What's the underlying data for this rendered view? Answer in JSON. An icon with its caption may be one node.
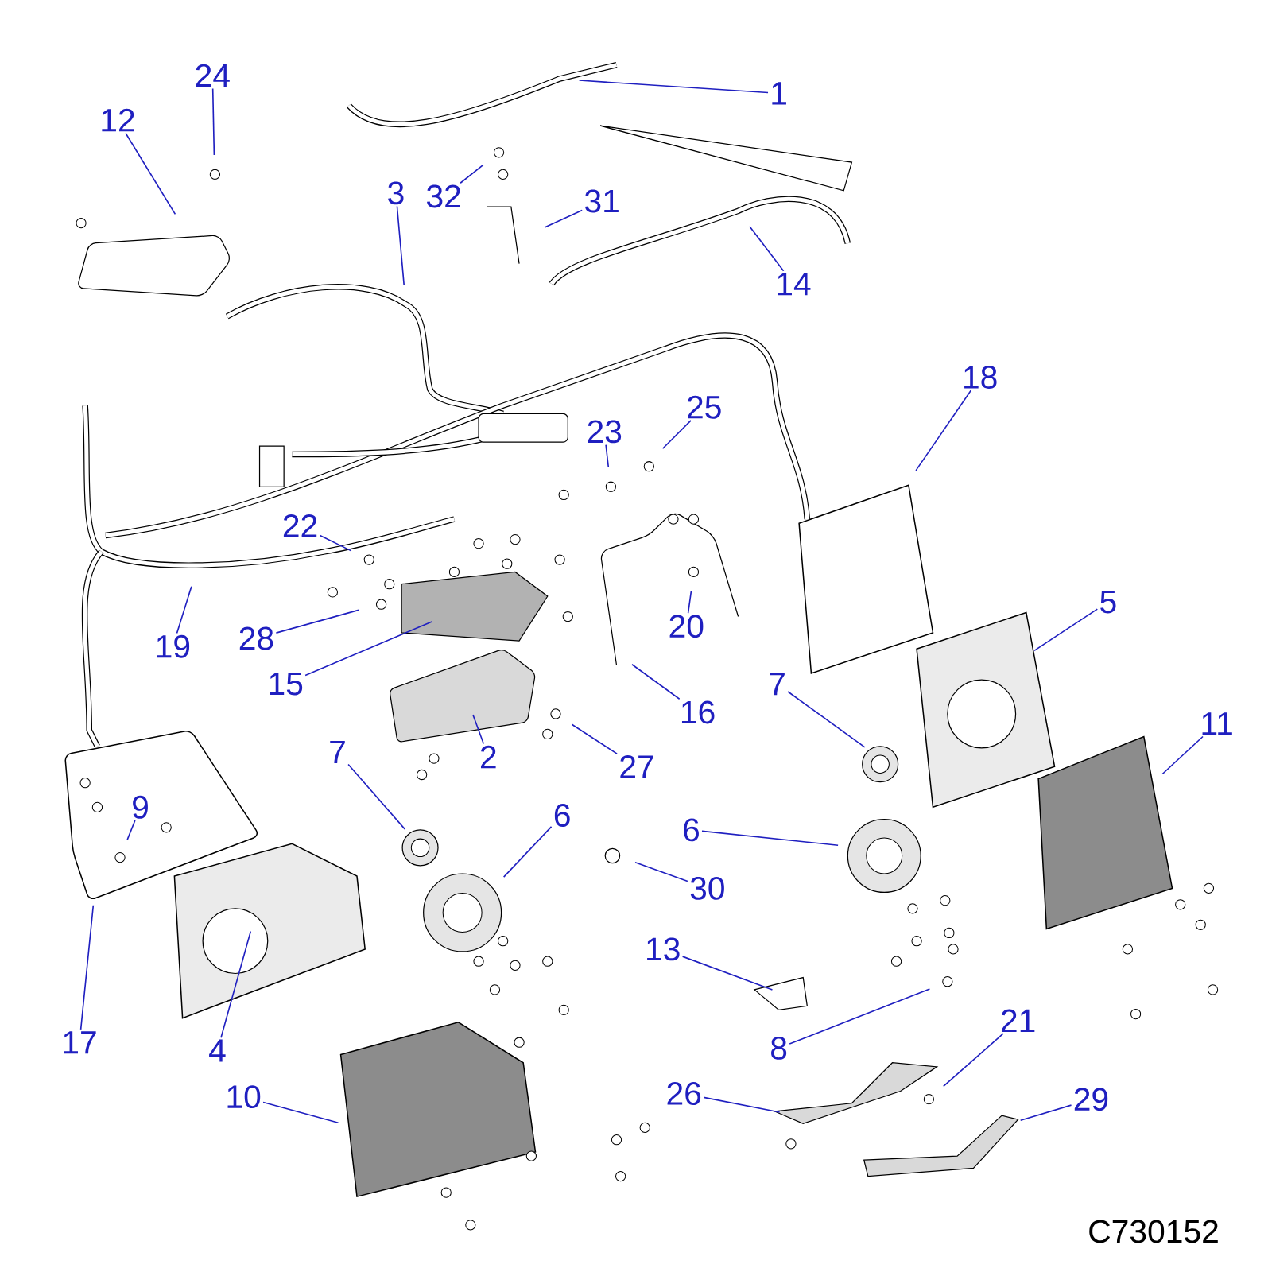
{
  "diagram": {
    "nodes": [
      {
        "text": [
          "1"
        ]
      },
      {
        "text": [
          "24"
        ]
      },
      {
        "text": [
          "12"
        ]
      },
      {
        "text": [
          "32"
        ]
      },
      {
        "text": [
          "3"
        ]
      },
      {
        "text": [
          "31"
        ]
      },
      {
        "text": [
          "14"
        ]
      },
      {
        "text": [
          "18"
        ]
      },
      {
        "text": [
          "25"
        ]
      },
      {
        "text": [
          "23"
        ]
      },
      {
        "text": [
          "22"
        ]
      },
      {
        "text": [
          "20"
        ]
      },
      {
        "text": [
          "19"
        ]
      },
      {
        "text": [
          "28"
        ]
      },
      {
        "text": [
          "15"
        ]
      },
      {
        "text": [
          "16"
        ]
      },
      {
        "text": [
          "5"
        ]
      },
      {
        "text": [
          "7"
        ]
      },
      {
        "text": [
          "11"
        ]
      },
      {
        "text": [
          "2"
        ]
      },
      {
        "text": [
          "27"
        ]
      },
      {
        "text": [
          "7"
        ]
      },
      {
        "text": [
          "6"
        ]
      },
      {
        "text": [
          "6"
        ]
      },
      {
        "text": [
          "9"
        ]
      },
      {
        "text": [
          "30"
        ]
      },
      {
        "text": [
          "13"
        ]
      },
      {
        "text": [
          "8"
        ]
      },
      {
        "text": [
          "17"
        ]
      },
      {
        "text": [
          "4"
        ]
      },
      {
        "text": [
          "21"
        ]
      },
      {
        "text": [
          "10"
        ]
      },
      {
        "text": [
          "26"
        ]
      },
      {
        "text": [
          "29"
        ]
      }
    ],
    "edges": [
      {
        "from": 0,
        "to": null,
        "arrow": "none"
      },
      {
        "from": 1,
        "to": null,
        "arrow": "none"
      },
      {
        "from": 2,
        "to": null,
        "arrow": "none"
      },
      {
        "from": 3,
        "to": null,
        "arrow": "none"
      },
      {
        "from": 4,
        "to": null,
        "arrow": "none"
      },
      {
        "from": 5,
        "to": null,
        "arrow": "none"
      },
      {
        "from": 6,
        "to": null,
        "arrow": "none"
      },
      {
        "from": 7,
        "to": null,
        "arrow": "none"
      },
      {
        "from": 8,
        "to": null,
        "arrow": "none"
      },
      {
        "from": 9,
        "to": null,
        "arrow": "none"
      },
      {
        "from": 10,
        "to": null,
        "arrow": "none"
      },
      {
        "from": 11,
        "to": null,
        "arrow": "none"
      },
      {
        "from": 12,
        "to": null,
        "arrow": "none"
      },
      {
        "from": 13,
        "to": null,
        "arrow": "none"
      },
      {
        "from": 14,
        "to": null,
        "arrow": "none"
      },
      {
        "from": 15,
        "to": null,
        "arrow": "none"
      },
      {
        "from": 16,
        "to": null,
        "arrow": "none"
      },
      {
        "from": 17,
        "to": null,
        "arrow": "none"
      },
      {
        "from": 18,
        "to": null,
        "arrow": "none"
      },
      {
        "from": 19,
        "to": null,
        "arrow": "none"
      },
      {
        "from": 20,
        "to": null,
        "arrow": "none"
      },
      {
        "from": 21,
        "to": null,
        "arrow": "none"
      },
      {
        "from": 22,
        "to": null,
        "arrow": "none"
      },
      {
        "from": 23,
        "to": null,
        "arrow": "none"
      },
      {
        "from": 24,
        "to": null,
        "arrow": "none"
      },
      {
        "from": 25,
        "to": null,
        "arrow": "none"
      },
      {
        "from": 26,
        "to": null,
        "arrow": "none"
      },
      {
        "from": 27,
        "to": null,
        "arrow": "none"
      },
      {
        "from": 28,
        "to": null,
        "arrow": "none"
      },
      {
        "from": 29,
        "to": null,
        "arrow": "none"
      },
      {
        "from": 30,
        "to": null,
        "arrow": "none"
      },
      {
        "from": 31,
        "to": null,
        "arrow": "none"
      },
      {
        "from": 32,
        "to": null,
        "arrow": "none"
      },
      {
        "from": 33,
        "to": null,
        "arrow": "none"
      }
    ],
    "labels": [
      "C730152"
    ]
  }
}
